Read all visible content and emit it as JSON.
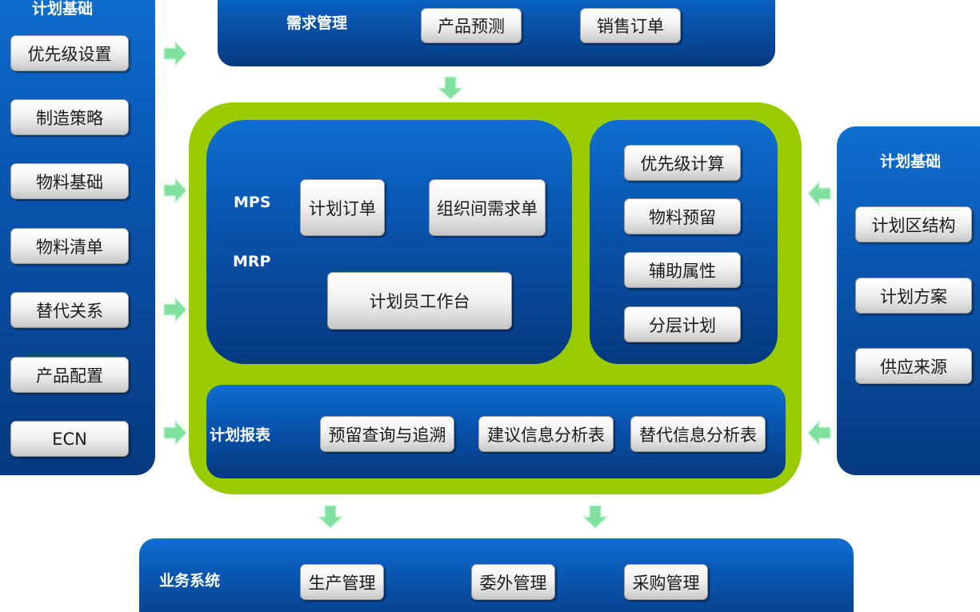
{
  "colors": {
    "panel_blue": "#0a58b4",
    "frame_green": "#99cc00",
    "arrow_green": "#7fe0a0"
  },
  "left_panel": {
    "title": "计划基础",
    "items": [
      "优先级设置",
      "制造策略",
      "物料基础",
      "物料清单",
      "替代关系",
      "产品配置",
      "ECN"
    ]
  },
  "demand": {
    "title": "需求管理",
    "items": [
      "产品预测",
      "销售订单"
    ]
  },
  "core": {
    "mps_label": "MPS",
    "mrp_label": "MRP",
    "plan_order": "计划订单",
    "inter_org_demand": "组织间需求单",
    "planner_workbench": "计划员工作台",
    "calc_items": [
      "优先级计算",
      "物料预留",
      "辅助属性",
      "分层计划"
    ]
  },
  "reports": {
    "title": "计划报表",
    "items": [
      "预留查询与追溯",
      "建议信息分析表",
      "替代信息分析表"
    ]
  },
  "right_panel": {
    "title": "计划基础",
    "items": [
      "计划区结构",
      "计划方案",
      "供应来源"
    ]
  },
  "business": {
    "title": "业务系统",
    "items": [
      "生产管理",
      "委外管理",
      "采购管理"
    ]
  },
  "icons": {
    "right_arrow": "arrow-right-icon",
    "left_arrow": "arrow-left-icon",
    "down_arrow": "arrow-down-icon"
  }
}
